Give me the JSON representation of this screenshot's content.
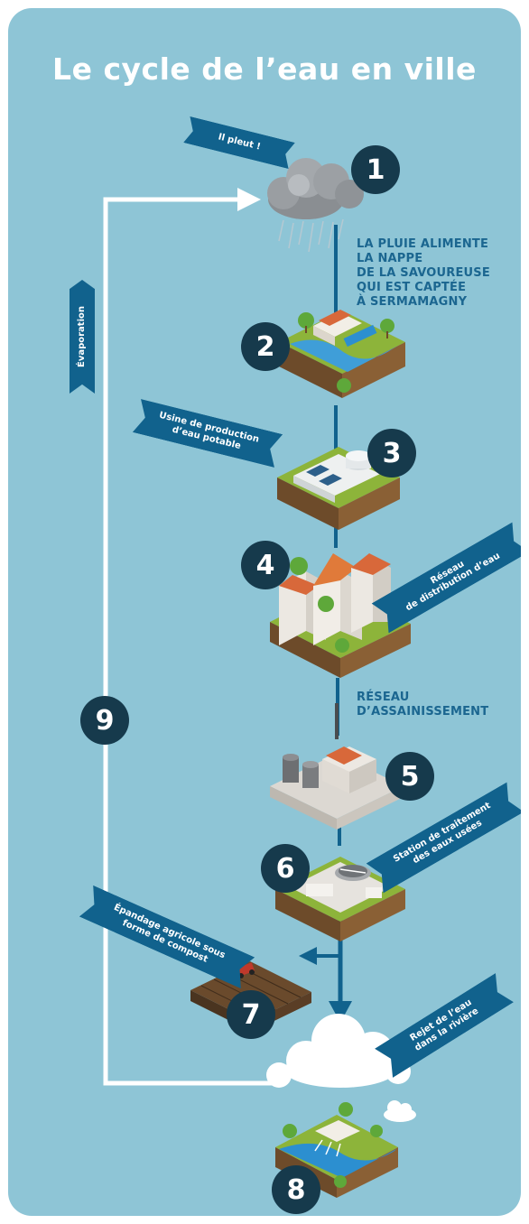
{
  "title": "Le cycle de l’eau en ville",
  "badges": [
    "1",
    "2",
    "3",
    "4",
    "5",
    "6",
    "7",
    "8",
    "9"
  ],
  "ribbons": {
    "rain": "Il pleut !",
    "plant_line1": "Usine de production",
    "plant_line2": "d’eau potable",
    "network_line1": "Réseau",
    "network_line2": "de distribution d’eau",
    "treatment_line1": "Station de traitement",
    "treatment_line2": "des eaux usées",
    "spreading_line1": "Épandage agricole sous",
    "spreading_line2": "forme de compost",
    "release_line1": "Rejet de l’eau",
    "release_line2": "dans la rivière",
    "evaporation": "Évaporation"
  },
  "notes": {
    "pluie": [
      "LA PLUIE ALIMENTE",
      "LA NAPPE",
      "DE LA SAVOUREUSE",
      "QUI EST CAPTÉE",
      "À SERMAMAGNY"
    ],
    "assainissement": [
      "RÉSEAU",
      "D’ASSAINISSEMENT"
    ]
  },
  "colors": {
    "background": "#8ec5d6",
    "ribbon": "#11628d",
    "badge": "#163a4c",
    "note_text": "#1b6690",
    "flow_line": "#11628d",
    "cycle_line": "#ffffff",
    "grass": "#8db43a"
  },
  "icons": [
    "rain-cloud-icon",
    "water-catchment-icon",
    "water-plant-icon",
    "city-icon",
    "sewage-plant-icon",
    "treatment-station-icon",
    "farm-field-icon",
    "river-cloud-icon",
    "river-landscape-icon"
  ]
}
